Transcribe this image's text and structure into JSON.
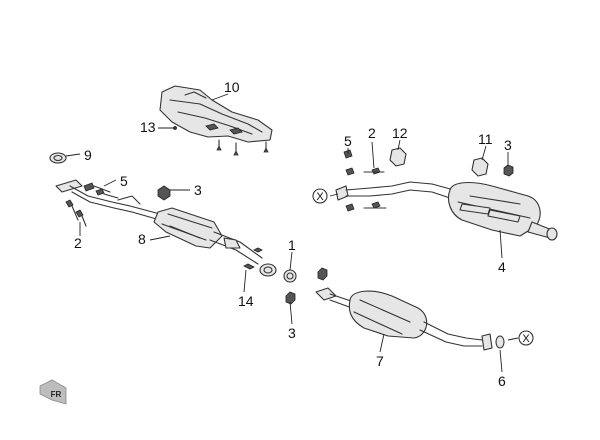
{
  "callouts": {
    "c1": "1",
    "c2a": "2",
    "c2b": "2",
    "c3a": "3",
    "c3b": "3",
    "c3c": "3",
    "c4": "4",
    "c5a": "5",
    "c5b": "5",
    "c6": "6",
    "c7": "7",
    "c8": "8",
    "c9": "9",
    "c10": "10",
    "c11": "11",
    "c12": "12",
    "c13": "13",
    "c14": "14"
  },
  "connection_marks": {
    "left": "X",
    "right": "X"
  },
  "orientation": {
    "label": "FR",
    "icon": "front-arrow-icon"
  },
  "colors": {
    "line": "#333333",
    "fill": "#e6e6e6",
    "dark": "#555555"
  }
}
